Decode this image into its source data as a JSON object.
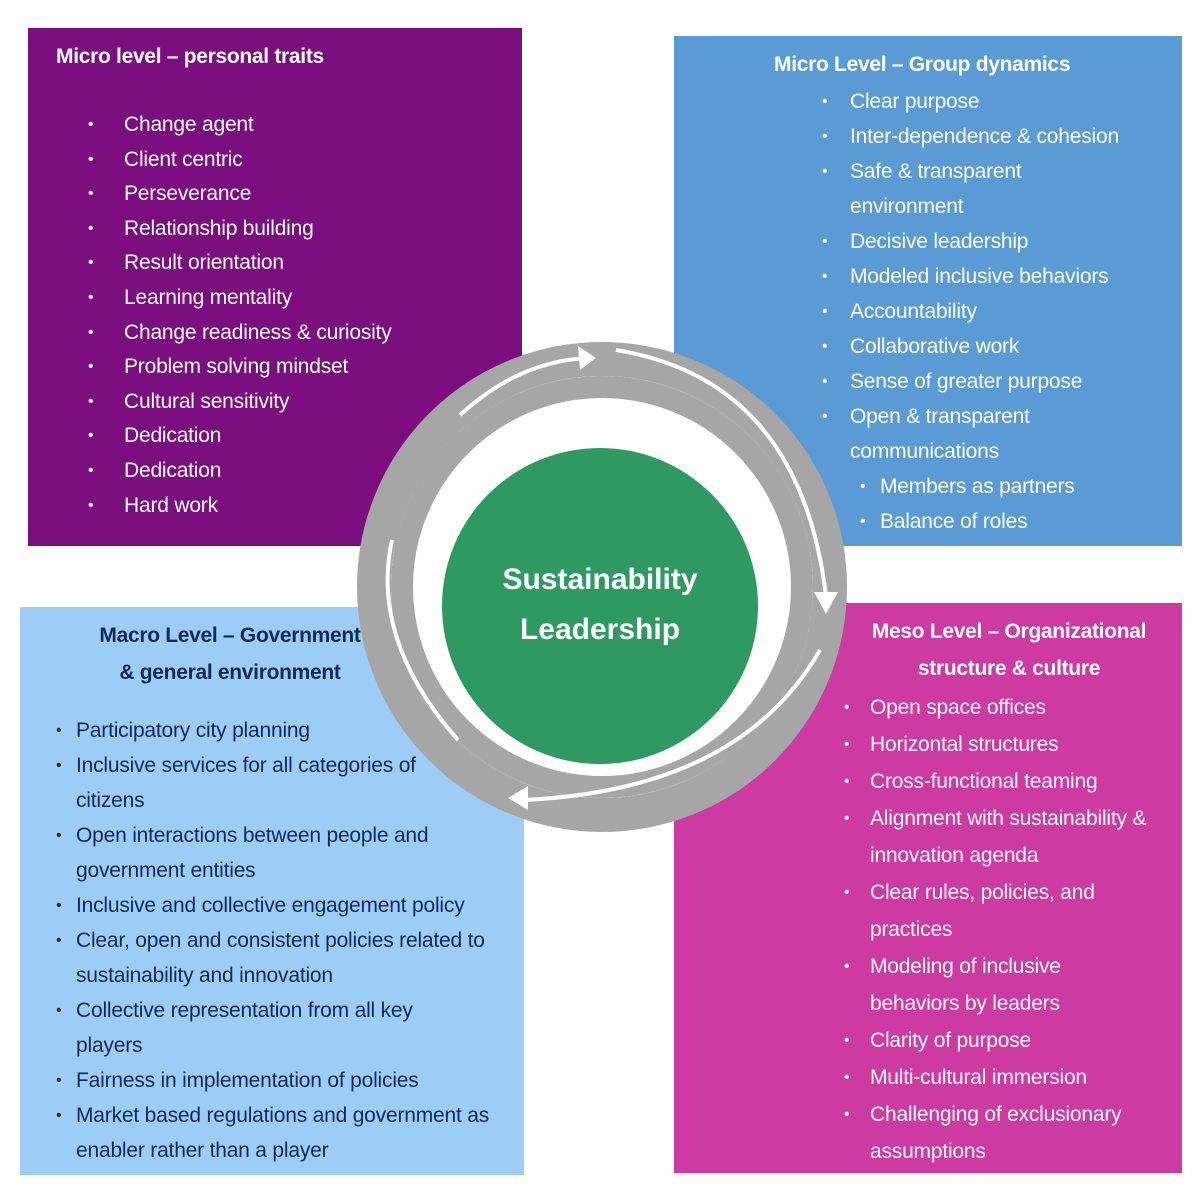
{
  "micro_personal": {
    "title": "Micro level – personal traits",
    "items": [
      "Change agent",
      "Client centric",
      "Perseverance",
      "Relationship building",
      "Result orientation",
      "Learning mentality",
      "Change readiness & curiosity",
      "Problem solving mindset",
      "Cultural sensitivity",
      "Dedication",
      "Dedication",
      "Hard work"
    ]
  },
  "micro_group": {
    "title": "Micro Level – Group dynamics",
    "items": [
      "Clear purpose",
      "Inter-dependence & cohesion",
      "Safe & transparent environment",
      "Decisive leadership",
      "Modeled inclusive behaviors",
      "Accountability",
      "Collaborative work",
      "Sense of greater purpose",
      "Open & transparent communications"
    ],
    "sub_items": [
      "Members as partners",
      "Balance of roles"
    ]
  },
  "macro": {
    "title_line1": "Macro Level – Government",
    "title_line2": "& general environment",
    "items": [
      "Participatory city planning",
      "Inclusive services for all categories of citizens",
      "Open interactions between people and government entities",
      "Inclusive and collective engagement policy",
      "Clear, open and consistent policies related to sustainability and innovation",
      "Collective representation from all key players",
      "Fairness in implementation of policies",
      "Market based regulations and government as enabler rather than a player"
    ]
  },
  "meso": {
    "title_line1": "Meso Level – Organizational",
    "title_line2": "structure & culture",
    "items": [
      "Open space offices",
      "Horizontal structures",
      "Cross-functional teaming",
      "Alignment with sustainability & innovation agenda",
      "Clear rules, policies, and practices",
      "Modeling of inclusive behaviors by leaders",
      "Clarity of purpose",
      "Multi-cultural immersion",
      "Challenging of exclusionary assumptions"
    ]
  },
  "center": {
    "line1": "Sustainability",
    "line2": "Leadership"
  },
  "colors": {
    "micro_personal": "#7a0e7e",
    "micro_group": "#5b9bd5",
    "macro": "#9dcdf7",
    "meso": "#cd3aa2",
    "center": "#2e9961",
    "ring": "#a6a6a6"
  }
}
